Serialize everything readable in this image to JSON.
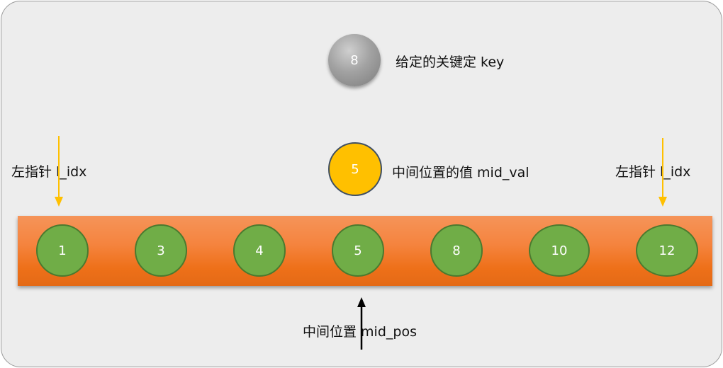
{
  "key": {
    "value": "8",
    "label": "给定的关键定 key"
  },
  "mid_val": {
    "value": "5",
    "label": "中间位置的值 mid_val"
  },
  "left_pointer": {
    "label": "左指针 l_idx"
  },
  "right_pointer": {
    "label": "左指针 l_idx"
  },
  "mid_pos": {
    "label": "中间位置 mid_pos"
  },
  "array": {
    "values": [
      "1",
      "3",
      "4",
      "5",
      "8",
      "10",
      "12"
    ]
  },
  "colors": {
    "background": "#ededed",
    "array_bar": "#f07a26",
    "cell": "#70ad47",
    "mid_circle": "#ffc000",
    "key_circle": "#a2a2a2",
    "pointer_arrow": "#ffc000",
    "mid_pos_arrow": "#000000"
  }
}
